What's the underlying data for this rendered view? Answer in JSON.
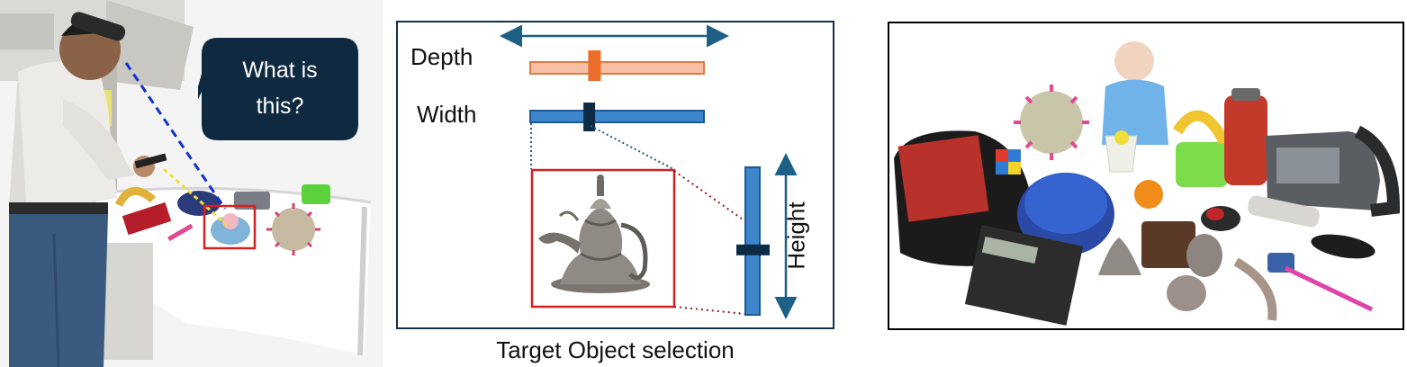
{
  "speech_bubble": {
    "line1": "What is",
    "line2": "this?"
  },
  "diagram": {
    "depth_label": "Depth",
    "width_label": "Width",
    "height_label": "Height",
    "caption": "Target Object selection",
    "depth_level": 0.37,
    "width_level": 0.34,
    "height_level": 0.44
  },
  "colors": {
    "bubble": "#0f2a40",
    "frame": "#14304a",
    "depth_slider": "#f7c0a4",
    "depth_slider_border": "#e07a45",
    "depth_thumb": "#ec6d2b",
    "width_slider": "#3d86cc",
    "width_thumb": "#0d2b45",
    "arrow": "#1e5f86",
    "selection_box": "#d42020",
    "gaze_line": "#1330cc",
    "pointer_line": "#f2e03a"
  }
}
